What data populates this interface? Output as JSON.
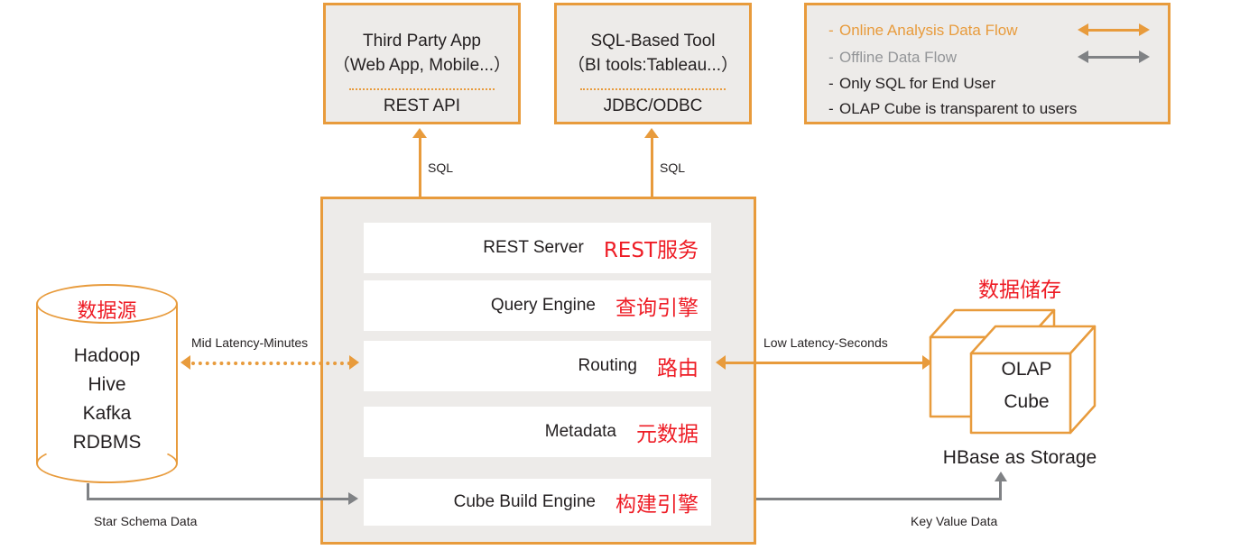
{
  "colors": {
    "orange": "#E89B3C",
    "red": "#EE1C25",
    "gray": "#808285",
    "panel_fill": "#EDEBE9",
    "row_fill": "#FFFFFF",
    "text": "#231F20"
  },
  "clients": [
    {
      "id": "third-party-app",
      "title_line1": "Third Party App",
      "title_line2": "（Web App, Mobile...）",
      "protocol": "REST API",
      "connector_label": "SQL"
    },
    {
      "id": "sql-based-tool",
      "title_line1": "SQL-Based Tool",
      "title_line2": "（BI tools:Tableau...）",
      "protocol": "JDBC/ODBC",
      "connector_label": "SQL"
    }
  ],
  "legend": {
    "items": [
      {
        "dash": "-",
        "label": "Online Analysis Data Flow",
        "color": "#E89B3C",
        "arrow": "double-arrow-orange"
      },
      {
        "dash": "-",
        "label": "Offline Data Flow",
        "color": "#808285",
        "arrow": "double-arrow-gray"
      },
      {
        "dash": "-",
        "label": "Only SQL for End User",
        "color": "#231F20",
        "arrow": ""
      },
      {
        "dash": "-",
        "label": "OLAP Cube is transparent to users",
        "color": "#231F20",
        "arrow": ""
      }
    ]
  },
  "engine": {
    "layers": [
      {
        "en": "REST Server",
        "cn": "REST服务"
      },
      {
        "en": "Query Engine",
        "cn": "查询引擎"
      },
      {
        "en": "Routing",
        "cn": "路由"
      },
      {
        "en": "Metadata",
        "cn": "元数据"
      },
      {
        "en": "Cube Build Engine",
        "cn": "构建引擎"
      }
    ]
  },
  "data_source": {
    "title_cn": "数据源",
    "items": [
      "Hadoop",
      "Hive",
      "Kafka",
      "RDBMS"
    ]
  },
  "storage": {
    "title_cn": "数据储存",
    "cube_line1": "OLAP",
    "cube_line2": "Cube",
    "caption": "HBase  as Storage"
  },
  "connectors": {
    "mid_latency": "Mid Latency-Minutes",
    "low_latency": "Low Latency-Seconds",
    "star_schema": "Star Schema Data",
    "key_value": "Key Value Data"
  }
}
